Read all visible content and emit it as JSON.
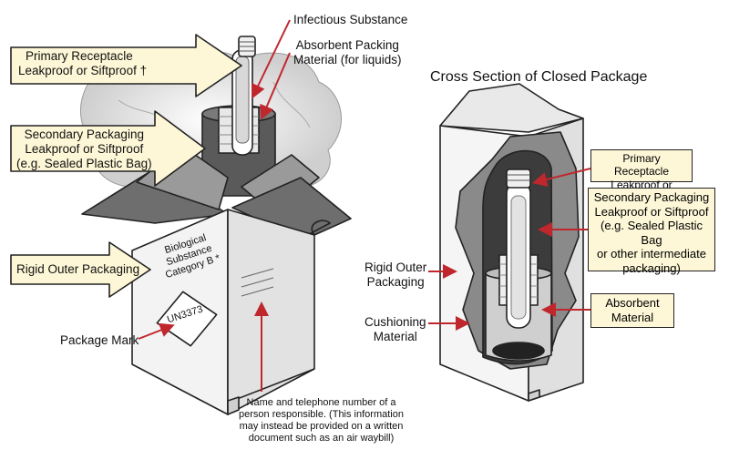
{
  "left_diagram": {
    "arrow_labels": {
      "primary_receptacle": [
        "Primary Receptacle",
        "Leakproof or Siftproof †"
      ],
      "secondary_packaging": [
        "Secondary Packaging",
        "Leakproof or Siftproof",
        "(e.g. Sealed Plastic Bag)"
      ],
      "rigid_outer": [
        "Rigid Outer Packaging"
      ]
    },
    "callouts": {
      "infectious_substance": "Infectious Substance",
      "absorbent_packing": [
        "Absorbent Packing",
        "Material (for liquids)"
      ],
      "package_mark": "Package Mark",
      "responsible_person": [
        "Name and telephone number of a",
        "person responsible. (This information",
        "may instead be provided on a written",
        "document such as an air waybill)"
      ]
    },
    "box_text": {
      "biological": [
        "Biological",
        "Substance",
        "Category B *"
      ],
      "un_mark": "UN3373"
    }
  },
  "right_diagram": {
    "title": "Cross Section of Closed Package",
    "box_labels": {
      "primary_receptacle": [
        "Primary Receptacle",
        "Leakproof or Siftproof"
      ],
      "secondary_packaging": [
        "Secondary Packaging",
        "Leakproof or Siftproof",
        "(e.g. Sealed Plastic Bag",
        "or other intermediate",
        "packaging)"
      ],
      "absorbent": [
        "Absorbent",
        "Material"
      ]
    },
    "plain_labels": {
      "rigid_outer": [
        "Rigid Outer",
        "Packaging"
      ],
      "cushioning": [
        "Cushioning",
        "Material"
      ]
    }
  },
  "colors": {
    "label_box_fill": "#fdf7d7",
    "arrow_fill": "#fdf7d7",
    "cushion_gray": "#8a8a8a",
    "box_face_light": "#f4f4f4",
    "callout_arrow": "#c0272d"
  }
}
